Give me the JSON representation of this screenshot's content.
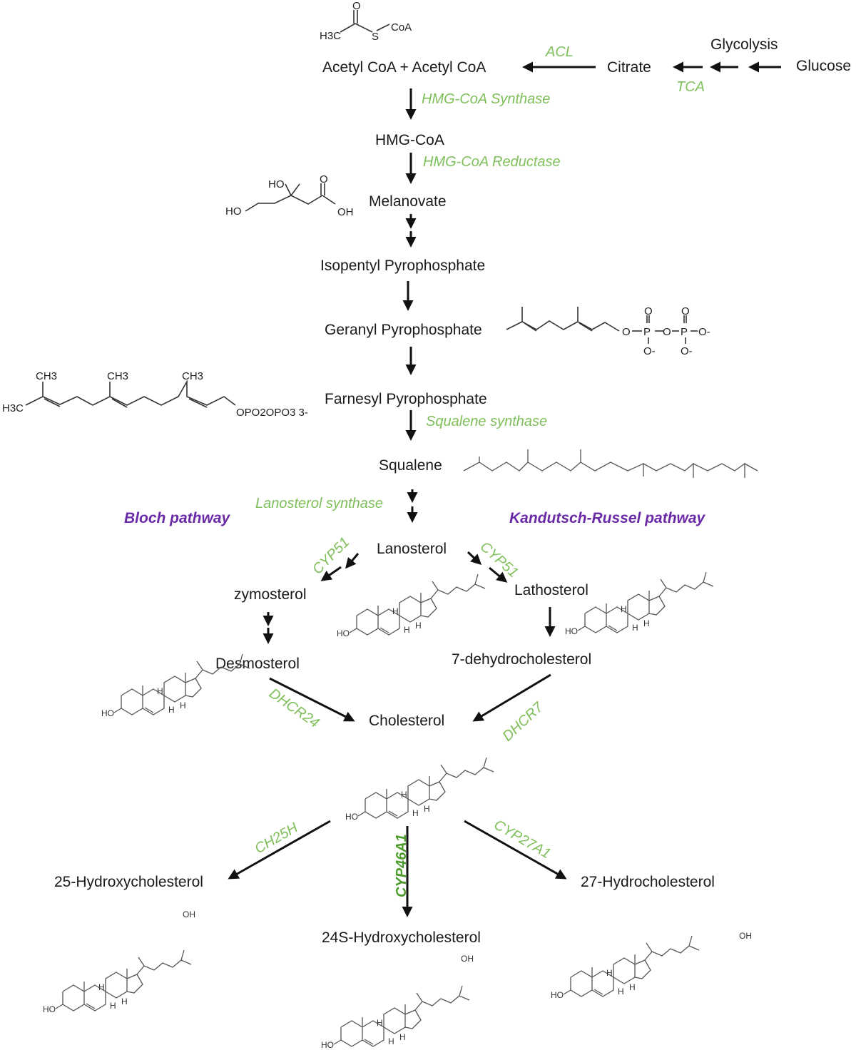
{
  "nodes": {
    "acetyl": "Acetyl CoA + Acetyl CoA",
    "citrate": "Citrate",
    "glycolysis": "Glycolysis",
    "glucose": "Glucose",
    "hmgcoa": "HMG-CoA",
    "melanovate": "Melanovate",
    "ipp": "Isopentyl Pyrophosphate",
    "gpp": "Geranyl Pyrophosphate",
    "fpp": "Farnesyl Pyrophosphate",
    "squalene": "Squalene",
    "lanosterol": "Lanosterol",
    "zymosterol": "zymosterol",
    "lathosterol": "Lathosterol",
    "desmosterol": "Desmosterol",
    "dhc7": "7-dehydrocholesterol",
    "cholesterol": "Cholesterol",
    "hc25": "25-Hydroxycholesterol",
    "hc24s": "24S-Hydroxycholesterol",
    "hc27": "27-Hydrocholesterol"
  },
  "enzymes": {
    "acl": "ACL",
    "tca": "TCA",
    "hmgcs": "HMG-CoA Synthase",
    "hmgcr": "HMG-CoA Reductase",
    "sqs": "Squalene synthase",
    "lss": "Lanosterol synthase",
    "cyp51_left": "CYP51",
    "cyp51_right": "CYP51",
    "dhcr24": "DHCR24",
    "dhcr7": "DHCR7",
    "ch25h": "CH25H",
    "cyp46a1": "CYP46A1",
    "cyp27a1": "CYP27A1"
  },
  "pathways": {
    "bloch": "Bloch pathway",
    "kr": "Kandutsch-Russel pathway"
  },
  "structure_labels": {
    "acetyl": {
      "o": "O",
      "h3c": "H3C",
      "s": "S",
      "coa": "CoA"
    },
    "melanovate": {
      "ho1": "HO",
      "ho2": "HO",
      "o": "O",
      "oh": "OH"
    },
    "gpp": {
      "o1": "O",
      "p1": "P",
      "o2": "O",
      "p2": "P",
      "o3": "O-",
      "o_top1": "O",
      "o_top2": "O",
      "o_bot1": "O-",
      "o_bot2": "O-",
      "o_link": "O"
    },
    "fpp": {
      "ch3a": "CH3",
      "ch3b": "CH3",
      "ch3c": "CH3",
      "h3c": "H3C",
      "opp": "OPO2OPO3 3-"
    },
    "sterol": {
      "ho": "HO",
      "h": "H",
      "oh": "OH"
    }
  },
  "colors": {
    "enzyme": "#7fbf5a",
    "enzyme_bold": "#4c9a2a",
    "pathway": "#6a2aa8",
    "text": "#1a1a1a",
    "arrow": "#111111"
  }
}
